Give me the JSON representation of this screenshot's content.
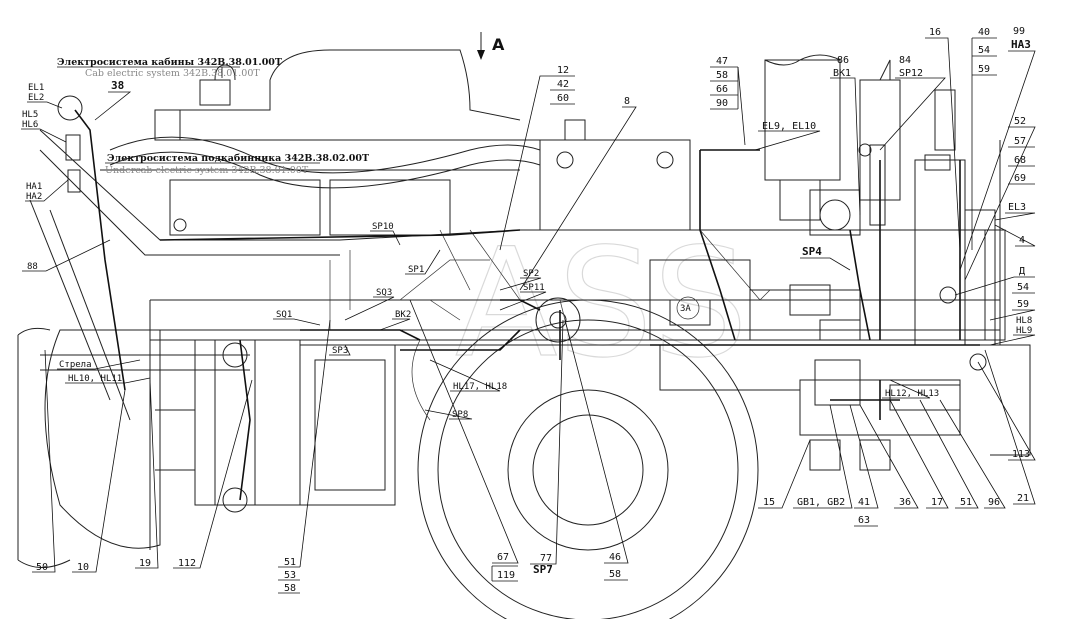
{
  "view_marker": "A",
  "systems": {
    "cab_title": "Электросистема кабины 342В.38.01.00Т",
    "cab_subtitle": "Cab electric system 342B.38.01.00T",
    "undercab_title": "Электросистема подкабинника 342В.38.02.00Т",
    "undercab_subtitle": "Undercab electric system 342B.38.01.00T"
  },
  "watermark": "ASS",
  "callouts": [
    {
      "id": "EL1"
    },
    {
      "id": "EL2"
    },
    {
      "id": "38",
      "bold": true
    },
    {
      "id": "HL5"
    },
    {
      "id": "HL6"
    },
    {
      "id": "HA1"
    },
    {
      "id": "HA2"
    },
    {
      "id": "88"
    },
    {
      "id": "Стрела"
    },
    {
      "id": "HL10, HL11"
    },
    {
      "id": "50"
    },
    {
      "id": "10"
    },
    {
      "id": "19"
    },
    {
      "id": "112"
    },
    {
      "id": "SP10"
    },
    {
      "id": "SP1"
    },
    {
      "id": "SP2"
    },
    {
      "id": "SP11"
    },
    {
      "id": "SQ3"
    },
    {
      "id": "SQ1"
    },
    {
      "id": "BK2"
    },
    {
      "id": "SP3"
    },
    {
      "id": "HL17, HL18"
    },
    {
      "id": "SP8"
    },
    {
      "id": "12"
    },
    {
      "id": "42"
    },
    {
      "id": "60"
    },
    {
      "id": "8"
    },
    {
      "id": "51"
    },
    {
      "id": "53"
    },
    {
      "id": "58"
    },
    {
      "id": "67"
    },
    {
      "id": "119"
    },
    {
      "id": "77"
    },
    {
      "id": "SP7",
      "bold": true
    },
    {
      "id": "46"
    },
    {
      "id": "58"
    },
    {
      "id": "47"
    },
    {
      "id": "58"
    },
    {
      "id": "66"
    },
    {
      "id": "90"
    },
    {
      "id": "EL9, EL10"
    },
    {
      "id": "86"
    },
    {
      "id": "BK1"
    },
    {
      "id": "84"
    },
    {
      "id": "SP12"
    },
    {
      "id": "SP4",
      "bold": true
    },
    {
      "id": "3A"
    },
    {
      "id": "16"
    },
    {
      "id": "40"
    },
    {
      "id": "54"
    },
    {
      "id": "59"
    },
    {
      "id": "99"
    },
    {
      "id": "НА3",
      "bold": true
    },
    {
      "id": "52"
    },
    {
      "id": "57"
    },
    {
      "id": "68"
    },
    {
      "id": "69"
    },
    {
      "id": "EL3"
    },
    {
      "id": "4"
    },
    {
      "id": "Д"
    },
    {
      "id": "54"
    },
    {
      "id": "59"
    },
    {
      "id": "HL8"
    },
    {
      "id": "HL9"
    },
    {
      "id": "HL12, HL13"
    },
    {
      "id": "113"
    },
    {
      "id": "21"
    },
    {
      "id": "96"
    },
    {
      "id": "51"
    },
    {
      "id": "17"
    },
    {
      "id": "36"
    },
    {
      "id": "41"
    },
    {
      "id": "63"
    },
    {
      "id": "GB1, GB2"
    },
    {
      "id": "15"
    }
  ]
}
